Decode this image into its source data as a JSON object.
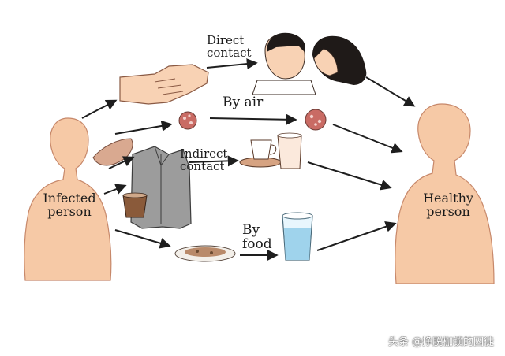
{
  "labels": {
    "infected_line1": "Infected",
    "infected_line2": "person",
    "healthy_line1": "Healthy",
    "healthy_line2": "person",
    "direct_line1": "Direct",
    "direct_line2": "contact",
    "by_air": "By air",
    "indirect_line1": "Indirect",
    "indirect_line2": "contact",
    "by_line1": "By",
    "by_line2": "food"
  },
  "watermark": "头条 @挣脱枷锁的囚徒",
  "colors": {
    "skin": "#f6c9a6",
    "skin_outline": "#c7886a",
    "arrow": "#1e1e1e",
    "germ": "#c96b64",
    "water": "#9fd3ec"
  },
  "icons": [
    "handshake-icon",
    "kissing-couple-icon",
    "germ-icon",
    "handkerchief-icon",
    "coat-icon",
    "cup-icon",
    "glass-icon",
    "plate-icon",
    "water-glass-icon"
  ]
}
